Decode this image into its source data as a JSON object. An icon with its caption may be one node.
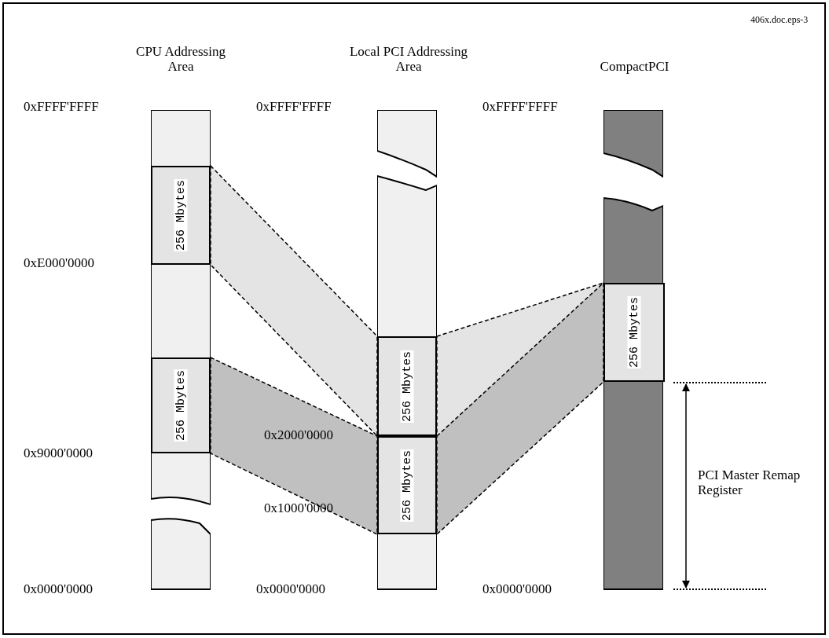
{
  "diagram": {
    "nodes": [
      {
        "text": [
          "CPU Addressing Area"
        ]
      },
      {
        "text": [
          "256 Mbytes"
        ],
        "in": 0
      },
      {
        "text": [
          "256 Mbytes"
        ],
        "in": 0
      },
      {
        "text": [
          "Local PCI Addressing Area"
        ]
      },
      {
        "text": [
          "256 Mbytes"
        ],
        "in": 3
      },
      {
        "text": [
          "256 Mbytes"
        ],
        "in": 3
      },
      {
        "text": [
          "CompactPCI"
        ]
      },
      {
        "text": [
          "256 Mbytes"
        ],
        "in": 6
      }
    ],
    "edges": [
      {
        "from": 1,
        "to": 4,
        "arrow": "none",
        "style": "dashed"
      },
      {
        "from": 2,
        "to": 5,
        "arrow": "none",
        "style": "dashed"
      },
      {
        "from": 4,
        "to": 7,
        "arrow": "none",
        "style": "dashed"
      },
      {
        "from": 5,
        "to": 7,
        "arrow": "none",
        "style": "dashed"
      }
    ],
    "labels": [
      "406x.doc.eps-3",
      "0xFFFF'FFFF",
      "0xFFFF'FFFF",
      "0xFFFF'FFFF",
      "0xE000'0000",
      "0x2000'0000",
      "0x9000'0000",
      "0x1000'0000",
      "0x0000'0000",
      "0x0000'0000",
      "0x0000'0000",
      "PCI Master Remap Register"
    ]
  }
}
